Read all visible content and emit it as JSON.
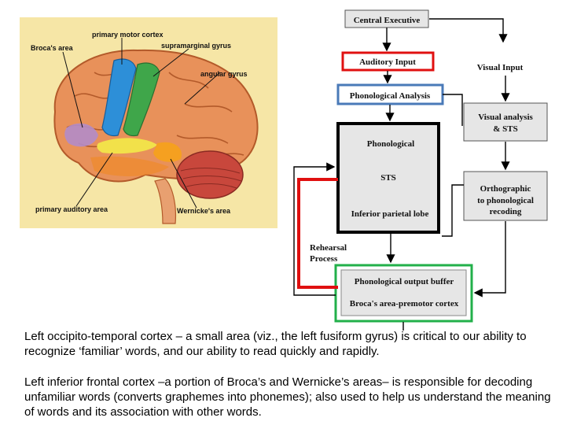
{
  "brain_labels": {
    "brocas_area": "Broca's area",
    "primary_motor_cortex": "primary motor cortex",
    "supramarginal_gyrus": "supramarginal gyrus",
    "angular_gyrus": "angular gyrus",
    "primary_auditory_area": "primary auditory area",
    "wernickes_area": "Wernicke's area"
  },
  "flow": {
    "central_executive": "Central Executive",
    "auditory_input": "Auditory Input",
    "visual_input": "Visual Input",
    "phonological_analysis": "Phonological Analysis",
    "phonological": "Phonological",
    "sts": "STS",
    "inferior_parietal_lobe": "Inferior parietal lobe",
    "visual_analysis_line1": "Visual analysis",
    "visual_analysis_line2": "& STS",
    "orthographic_line1": "Orthographic",
    "orthographic_line2": "to phonological",
    "orthographic_line3": "recoding",
    "rehearsal_line1": "Rehearsal",
    "rehearsal_line2": "Process",
    "phonological_output_buffer": "Phonological output buffer",
    "brocas_premotor": "Broca's area-premotor cortex"
  },
  "colors": {
    "red": "#e01010",
    "blue": "#4a7ab8",
    "green": "#22b04a",
    "black": "#000000",
    "box_fill": "#e6e6e6"
  },
  "text": {
    "para1": "Left occipito-temporal cortex – a small area (viz., the left fusiform gyrus) is critical to our ability to recognize ‘familiar’ words, and our ability to read quickly and rapidly.",
    "para2": "Left inferior frontal cortex –a portion of Broca’s and Wernicke’s areas– is responsible for decoding unfamiliar words (converts graphemes into phonemes); also used to help us understand the meaning of words and its association with other words."
  }
}
